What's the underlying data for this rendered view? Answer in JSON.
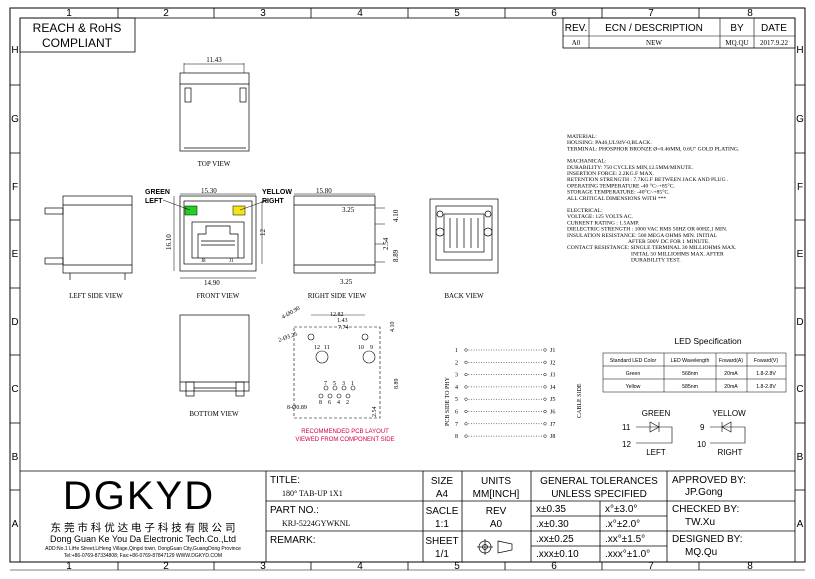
{
  "frame": {
    "columns": [
      "1",
      "2",
      "3",
      "4",
      "5",
      "6",
      "7",
      "8"
    ],
    "rows": [
      "H",
      "G",
      "F",
      "E",
      "D",
      "C",
      "B",
      "A"
    ]
  },
  "compliance": {
    "line1": "REACH & RoHS",
    "line2": "COMPLIANT"
  },
  "revision_table": {
    "headers": [
      "REV.",
      "ECN / DESCRIPTION",
      "BY",
      "DATE"
    ],
    "rows": [
      [
        "A0",
        "NEW",
        "MQ.QU",
        "2017.9.22"
      ]
    ]
  },
  "views": {
    "top": {
      "label": "TOP VIEW",
      "width_dim": "11.43"
    },
    "left_side": {
      "label": "LEFT SIDE VIEW"
    },
    "front": {
      "label": "FRONT VIEW",
      "top_dim": "15.30",
      "bottom_dim": "14.90",
      "height_dim": "16.10",
      "side_dim": "12",
      "led_green": "GREEN",
      "led_green2": "LEFT",
      "led_yellow": "YELLOW",
      "led_yellow2": "RIGHT",
      "pin_j8": "J8",
      "pin_j1": "J1"
    },
    "right_side": {
      "label": "RIGHT SIDE VIEW",
      "top_dim": "15.80",
      "dim_325a": "3.25",
      "dim_410": "4.10",
      "dim_254": "2.54",
      "dim_889": "8.89",
      "dim_325b": "3.25"
    },
    "back": {
      "label": "BACK VIEW"
    },
    "bottom": {
      "label": "BOTTOM VIEW"
    },
    "pcb": {
      "dim_1282": "12.82",
      "dim_143": "1.43",
      "dim_774": "7.74",
      "dim_410": "4.10",
      "dim_090": "4-Ø0.90",
      "dim_325": "2-Ø3.25",
      "dim_889": "8.89",
      "dim_089": "8-Ø0.89",
      "dim_254": "2.54",
      "pin_top": [
        "12",
        "11",
        "10",
        "9"
      ],
      "pin_row_top": [
        "7",
        "5",
        "3",
        "1"
      ],
      "pin_row_bottom": [
        "8",
        "6",
        "4",
        "2"
      ],
      "note1": "RECOMMENDED PCB LAYOUT",
      "note2": "VIEWED FROM COMPONENT SIDE"
    }
  },
  "specs": {
    "material_title": "MATERIAL:",
    "material": [
      "HOUSING: PA46,UL94V-0,BLACK.",
      "TERMINAL: PHOSPHOR BRONZE  Ø=0.46MM, 0.6U\" GOLD PLATING."
    ],
    "mechanical_title": "MACHANICAL:",
    "mechanical": [
      "DURABILITY: 750  CYCLES MIN,12.5MM/MINUTE.",
      "INSERTION FORCE: 2.2KG.F MAX.",
      "RETENTION STRENGTH : 7.7KG.F BETWEEN JACK AND PLUG .",
      "OPERATING TEMPERATURE -40 °C~+85°C.",
      "STORAGE TEMPERATURE: -40°C~+85°C.",
      "ALL CRITICAL DIMENSIONS WITH ***"
    ],
    "electrical_title": "ELECTRICAL:",
    "electrical": [
      "VOLTAGE: 125  VOLTS AC.",
      "CURRENT RATING : 1.5AMP.",
      "DIELECTRIC STRENGTH : 1000 VAC RMS 50HZ OR 60HZ,1 MIN.",
      "INSULATION RESISTANCE: 500  MEGA OHMS MIN. INITIAL",
      "AFTER  500V DC FOR 1 MINUTE.",
      "CONTACT RESISTANCE: SINGLE  TERMINAL 30 MILLIOHMS MAX.",
      "INITAL 50 MILLIOHMS MAX.  AFTER",
      "DURABILITY  TEST."
    ]
  },
  "pin_mapping": {
    "left_label": "PCB SIDE TO PHY",
    "right_label": "CABLE SIDE",
    "pins": [
      "1",
      "2",
      "3",
      "4",
      "5",
      "6",
      "7",
      "8"
    ],
    "jacks": [
      "J1",
      "J2",
      "J3",
      "J4",
      "J5",
      "J6",
      "J7",
      "J8"
    ]
  },
  "led_spec": {
    "title": "LED Specification",
    "headers": [
      "Standard LED Color",
      "LED Wavelength",
      "Foward(A)",
      "Foward(V)"
    ],
    "rows": [
      [
        "Green",
        "568nm",
        "20mA",
        "1.8-2.8V"
      ],
      [
        "Yellow",
        "585nm",
        "20mA",
        "1.8-2.8V"
      ]
    ],
    "green": {
      "title": "GREEN",
      "pin_a": "11",
      "pin_b": "12",
      "side": "LEFT"
    },
    "yellow": {
      "title": "YELLOW",
      "pin_a": "9",
      "pin_b": "10",
      "side": "RIGHT"
    }
  },
  "title_block": {
    "brand": "DGKYD",
    "company_cn": "东 莞 市 科 优 达 电 子 科 技 有 限 公 司",
    "company_en": "Dong Guan Ke You Da Electronic Tech.Co.,Ltd",
    "address": "ADD:No.1 LiHe Street,LiHeng Village,Qingxi town, DongGuan City,GuangDong Province",
    "contact": "Tel:+86-0769-87334808; Fax:+86-0769-87847129  WWW.DGKYD.COM",
    "title_label": "TITLE:",
    "title_value": "180°  TAB-UP 1X1",
    "part_label": "PART NO.:",
    "part_value": "KRJ-5224GYWKNL",
    "remark_label": "REMARK:",
    "size_label": "SIZE",
    "size_value": "A4",
    "units_label": "UNITS",
    "units_value": "MM[INCH]",
    "scale_label": "SACLE",
    "scale_value": "1:1",
    "rev_label": "REV",
    "rev_value": "A0",
    "sheet_label": "SHEET",
    "sheet_value": "1/1",
    "tol_title1": "GENERAL TOLERANCES",
    "tol_title2": "UNLESS SPECIFIED",
    "tolerances": [
      [
        "x±0.35",
        "x°±3.0°"
      ],
      [
        ".x±0.30",
        ".x°±2.0°"
      ],
      [
        ".xx±0.25",
        ".xx°±1.5°"
      ],
      [
        ".xxx±0.10",
        ".xxx°±1.0°"
      ]
    ],
    "approved_label": "APPROVED BY:",
    "approved_value": "JP.Gong",
    "checked_label": "CHECKED BY:",
    "checked_value": "TW.Xu",
    "designed_label": "DESIGNED BY:",
    "designed_value": "MQ.Qu"
  }
}
